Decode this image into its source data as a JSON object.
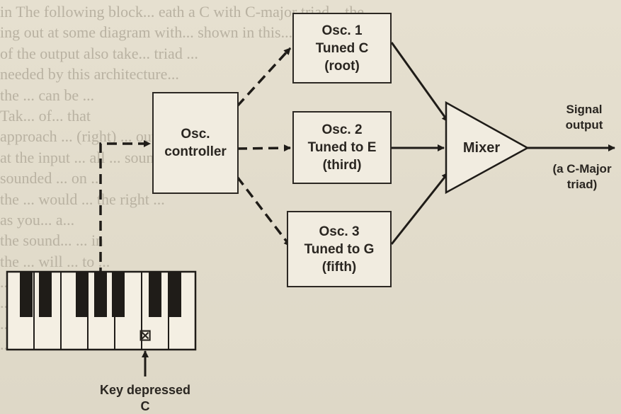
{
  "background_lines": [
    "in The following block... eath a C with C-major triad... the",
    "ing out at some diagram with... shown in this... Tak...",
    "of the output also take... triad ...",
    "needed by this architecture... ",
    "the ... can be ... ",
    "Tak... of... that",
    "approach ... (right) ... out",
    "at the input ... all ... sound",
    "sounded ... on ...",
    "the ... would ... the right ...",
    "as you... a... ",
    "the sound...  ... in",
    "the ... will ... to ... ",
    "... more ...",
    "... here ... when ... only",
    "... the ... to ... C ... ...",
    "... that ... to ... the ..."
  ],
  "diagram": {
    "osc1": {
      "line1": "Osc. 1",
      "line2": "Tuned C",
      "line3": "(root)"
    },
    "osc2": {
      "line1": "Osc. 2",
      "line2": "Tuned to E",
      "line3": "(third)"
    },
    "osc3": {
      "line1": "Osc. 3",
      "line2": "Tuned to G",
      "line3": "(fifth)"
    },
    "controller": {
      "line1": "Osc.",
      "line2": "controller"
    },
    "mixer": {
      "label": "Mixer"
    },
    "output": {
      "line1": "Signal",
      "line2": "output",
      "line3": "(a C-Major",
      "line4": "triad)"
    },
    "key_label": {
      "line1": "Key depressed",
      "line2": "C"
    },
    "key_mark": "⊠"
  }
}
